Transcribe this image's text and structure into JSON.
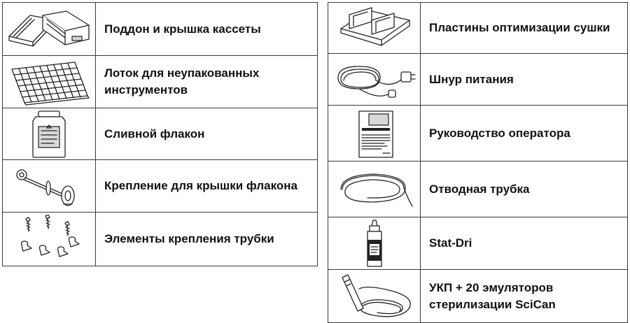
{
  "left_items": [
    {
      "label": "Поддон и крышка кассеты",
      "icon": "cassette-tray-lid-icon"
    },
    {
      "label": "Лоток для неупакованных инструментов",
      "icon": "wire-rack-icon"
    },
    {
      "label": "Сливной флакон",
      "icon": "drain-bottle-icon"
    },
    {
      "label": "Крепление для крышки флакона",
      "icon": "bottle-cap-fitting-icon"
    },
    {
      "label": "Элементы крепления трубки",
      "icon": "tube-fasteners-icon"
    }
  ],
  "right_items": [
    {
      "label": "Пластины оптимизации сушки",
      "icon": "drying-plates-icon"
    },
    {
      "label": "Шнур питания",
      "icon": "power-cord-icon"
    },
    {
      "label": "Руководство оператора",
      "icon": "operator-manual-icon"
    },
    {
      "label": "Отводная трубка",
      "icon": "drain-tube-icon"
    },
    {
      "label": "Stat-Dri",
      "icon": "stat-dri-bottle-icon"
    },
    {
      "label": "УКП + 20 эмуляторов стерилизации SciCan",
      "icon": "pcd-emulators-icon"
    }
  ]
}
